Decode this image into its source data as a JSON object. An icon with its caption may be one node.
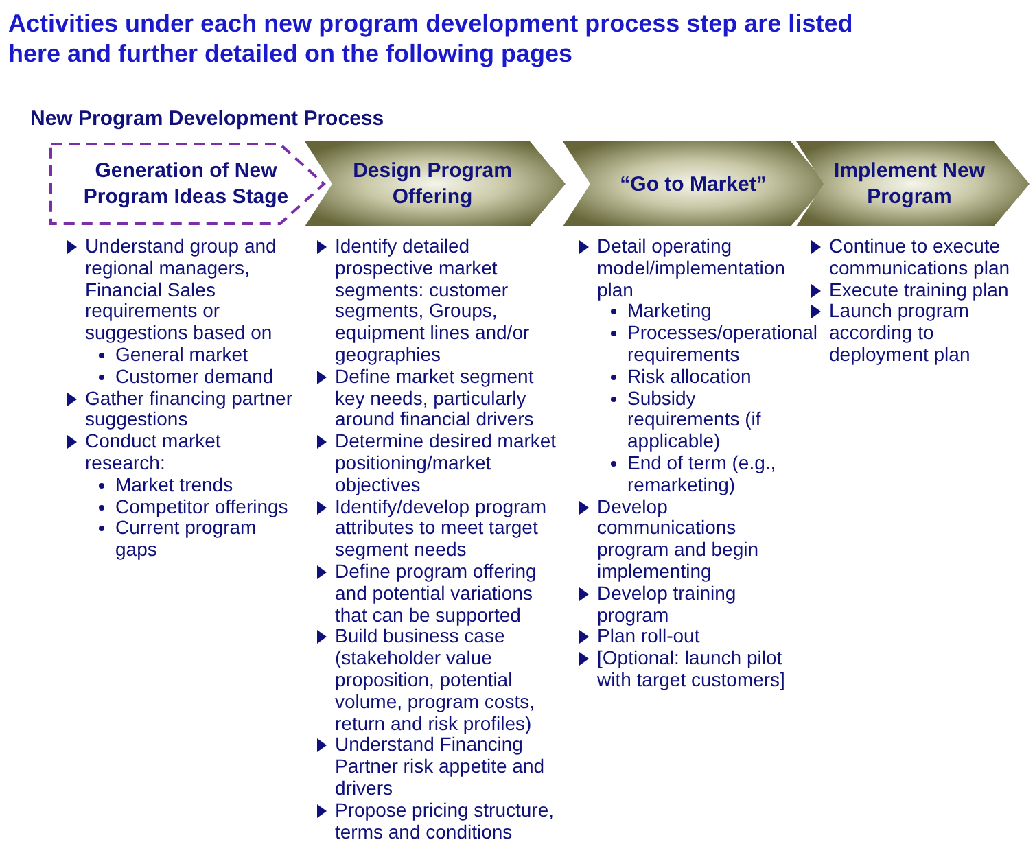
{
  "diagram": {
    "title": "Activities under each new program development process step are listed here and further detailed on the following pages",
    "nodes": [
      {
        "text": [
          "Generation of New Program Ideas Stage"
        ],
        "beside": [
          "Understand group and regional managers, Financial Sales requirements or suggestions based on",
          "General market",
          "Customer demand",
          "Gather financing partner suggestions",
          "Conduct market research:",
          "Market trends",
          "Competitor offerings",
          "Current program gaps"
        ]
      },
      {
        "text": [
          "Design Program Offering"
        ],
        "beside": [
          "Identify detailed prospective market segments: customer segments, Groups, equipment lines and/or geographies",
          "Define market segment key needs, particularly around financial drivers",
          "Determine desired market positioning/market objectives",
          "Identify/develop program attributes to meet target segment needs",
          "Define program offering and potential variations that can be supported",
          "Build business case (stakeholder value proposition, potential volume, program costs, return and risk profiles)",
          "Understand Financing Partner risk appetite and drivers",
          "Propose pricing structure, terms and conditions"
        ]
      },
      {
        "text": [
          "“Go to Market”"
        ],
        "beside": [
          "Detail operating model/implementation plan",
          "Marketing",
          "Processes/operational requirements",
          "Risk allocation",
          "Subsidy requirements (if applicable)",
          "End of term (e.g., remarketing)",
          "Develop communications program and begin implementing",
          "Develop training program",
          "Plan roll-out",
          "[Optional: launch pilot with target customers]"
        ]
      },
      {
        "text": [
          "Implement New Program"
        ],
        "beside": [
          "Continue to execute communications plan",
          "Execute training plan",
          "Launch program according to deployment plan"
        ]
      }
    ],
    "labels": [
      "New Program Development Process"
    ]
  }
}
